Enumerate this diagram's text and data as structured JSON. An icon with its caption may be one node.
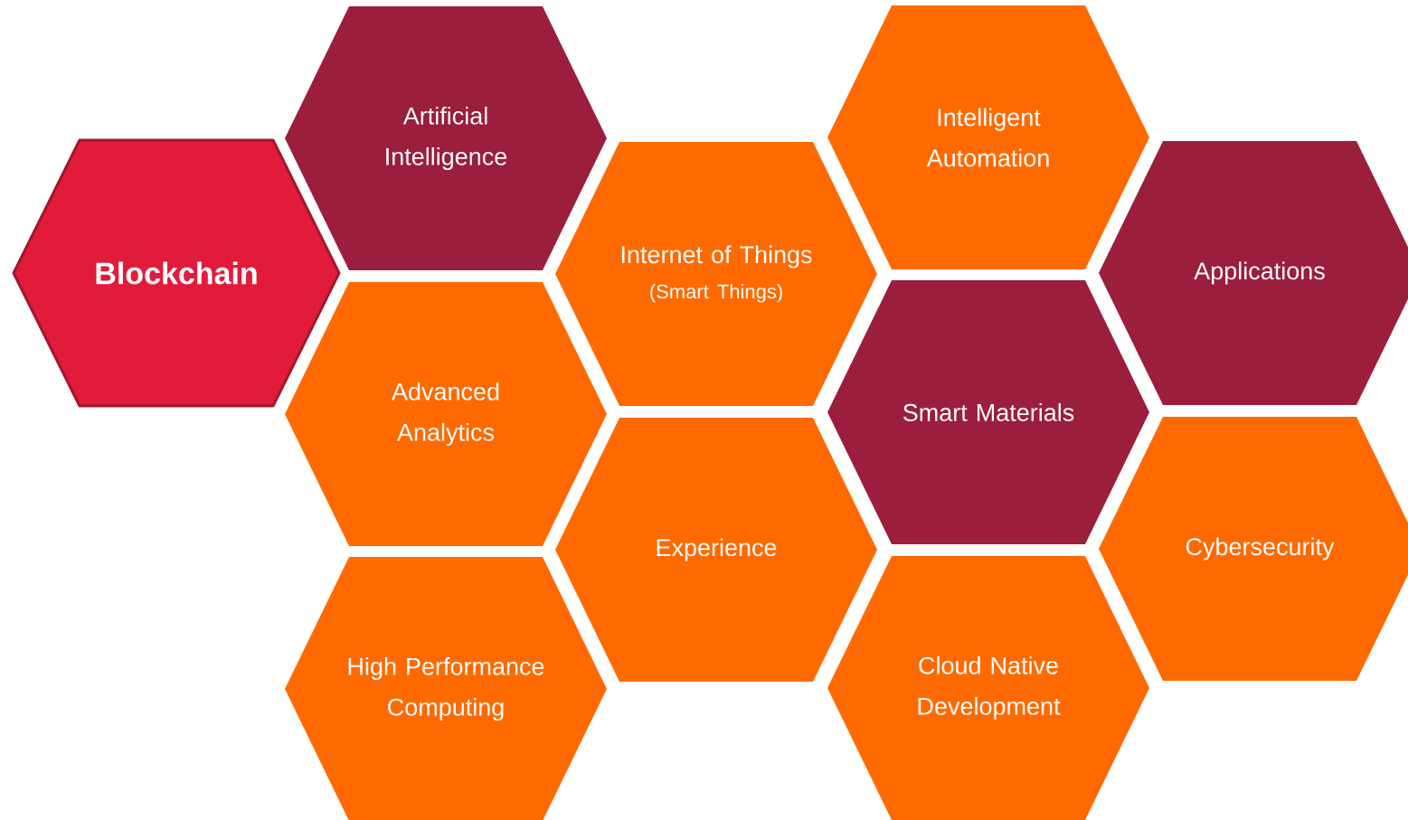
{
  "diagram": {
    "nodes": [
      {
        "text": [
          "Blockchain"
        ]
      },
      {
        "text": [
          "Artificial Intelligence"
        ]
      },
      {
        "text": [
          "Advanced Analytics"
        ]
      },
      {
        "text": [
          "High Performance Computing"
        ]
      },
      {
        "text": [
          "Internet of Things",
          "(Smart Things)"
        ]
      },
      {
        "text": [
          "Experience"
        ]
      },
      {
        "text": [
          "Intelligent Automation"
        ]
      },
      {
        "text": [
          "Smart Materials"
        ]
      },
      {
        "text": [
          "Cloud Native Development"
        ]
      },
      {
        "text": [
          "Applications"
        ]
      },
      {
        "text": [
          "Cybersecurity"
        ]
      }
    ]
  }
}
